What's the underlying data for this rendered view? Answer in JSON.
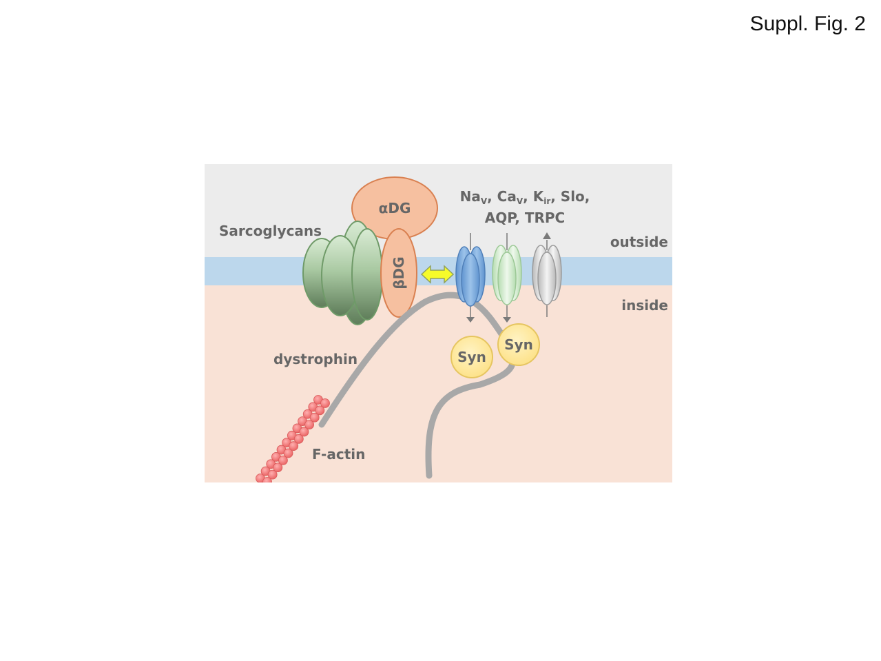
{
  "figure_label": "Suppl. Fig. 2",
  "labels": {
    "sarcoglycans": "Sarcoglycans",
    "alpha_dg": "αDG",
    "beta_dg": "βDG",
    "channels_line1_parts": [
      "Na",
      "V",
      ", Ca",
      "V",
      ", K",
      "ir",
      ", Slo,"
    ],
    "channels_line2": "AQP, TRPC",
    "outside": "outside",
    "inside": "inside",
    "dystrophin": "dystrophin",
    "syn_left": "Syn",
    "syn_right": "Syn",
    "f_actin": "F-actin"
  },
  "colors": {
    "extracellular": "#ececec",
    "membrane": "#bcd7ec",
    "cytoplasm": "#f9e2d6",
    "dg": "#f6c0a0",
    "sarcoglycan": "#a9c9a2",
    "channel_nav": "#88b4e2",
    "channel_cav": "#d3ebcc",
    "channel_kir": "#d8d8d8",
    "syntrophin": "#fde69a",
    "dystrophin": "#a8a8a8",
    "actin": "#f07b7b",
    "arrow": "#f6fb2a"
  }
}
